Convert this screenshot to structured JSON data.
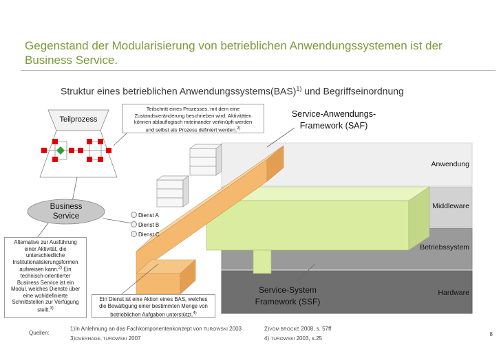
{
  "header": {
    "title_line1": "Gegenstand der Modularisierung von betrieblichen Anwendungssystemen ist der",
    "title_line2": "Business Service.",
    "subtitle": "Struktur eines betrieblichen Anwendungssystems(BAS)",
    "subtitle_sup": "1)",
    "subtitle_tail": " und Begriffseinordnung"
  },
  "diagram": {
    "teilprozess_label": "Teilprozess",
    "teilschritt_callout": [
      "Teilschritt eines Prozesses, mit dem eine",
      "Zustandsveränderung beschrieben wird. Aktivitäten",
      "können ablauflogisch miteinander verknüpft werden",
      "und selbst als Prozess definiert werden."
    ],
    "teilschritt_sup": "2)",
    "saf_label_1": "Service-Anwendungs-",
    "saf_label_2": "Framework (SAF)",
    "business_service_1": "Business",
    "business_service_2": "Service",
    "alternative_callout": [
      "Alternative zur Ausführung",
      "einer Aktivität, die",
      "unterschiedliche",
      "Institutionalisierungsformen",
      "aufweisen kann.",
      "Ein",
      "technisch-orientierter",
      "Business Service ist ein",
      "Modul, welches Dienste über",
      "eine wohldefinierte",
      "Schnittstellen zur Verfügung",
      "stellt."
    ],
    "alternative_sup_1": "2)",
    "alternative_sup_2": "3)",
    "dienst_callout": [
      "Ein Dienst ist eine Aktion eines BAS, welches",
      "die Bewältigung einer bestimmten Menge von",
      "betrieblichen Aufgaben unterstützt."
    ],
    "dienst_sup": "4)",
    "dienste": [
      "Dienst A",
      "Dienst B",
      "Dienst C"
    ],
    "ssf_label_1": "Service-System",
    "ssf_label_2": "Framework (SSF)",
    "layers": [
      "Anwendung",
      "Middleware",
      "Betriebssystem",
      "Hardware"
    ]
  },
  "colors": {
    "title_green": "#7a9a3a",
    "layer_anwendung": "#efefef",
    "layer_middleware": "#d2d2d2",
    "layer_betriebssystem": "#9a9a9a",
    "layer_hardware": "#6f6f6f",
    "orange_bar": "#f4b96e",
    "green_block": "#d9ec9f",
    "process_red": "#e00000",
    "process_green": "#2e9e3a",
    "business_service_fill": "#c8c8c8"
  },
  "footer": {
    "quellen_label": "Quellen:",
    "ref1_prefix": "1)In Anlehnung an das Fachkomponentenkonzept von ",
    "ref1_name": "Turowski",
    "ref1_year": " 2003",
    "ref2": "2)",
    "ref2_name": "Vom Brocke",
    "ref2_tail": " 2008, s. 57ff",
    "ref3": "3)",
    "ref3_name": "Overhage, Turowski",
    "ref3_year": " 2007",
    "ref4": "4) ",
    "ref4_name": "Turowski",
    "ref4_tail": " 2003, s.25",
    "page_number": "8"
  }
}
